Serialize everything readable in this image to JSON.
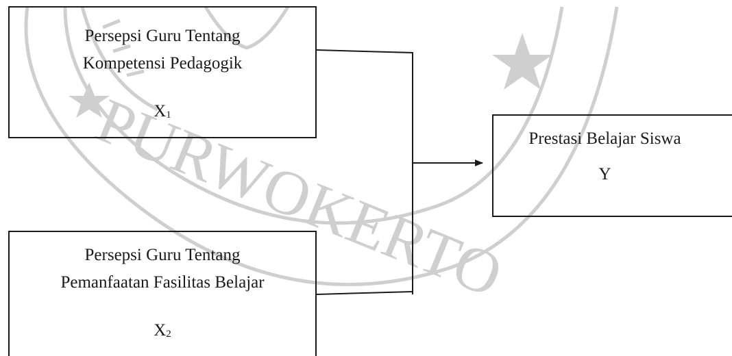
{
  "diagram": {
    "x1": {
      "line1": "Persepsi Guru Tentang",
      "line2": "Kompetensi Pedagogik",
      "var_letter": "X",
      "var_sub": "1"
    },
    "x2": {
      "line1": "Persepsi Guru Tentang",
      "line2": "Pemanfaatan Fasilitas Belajar",
      "var_letter": "X",
      "var_sub": "2"
    },
    "y": {
      "line1": "Prestasi Belajar Siswa",
      "var_letter": "Y"
    },
    "watermark": {
      "text": "PURWOKERTO",
      "color": "#c8c8c8"
    },
    "colors": {
      "stroke": "#1a1a1a"
    }
  }
}
